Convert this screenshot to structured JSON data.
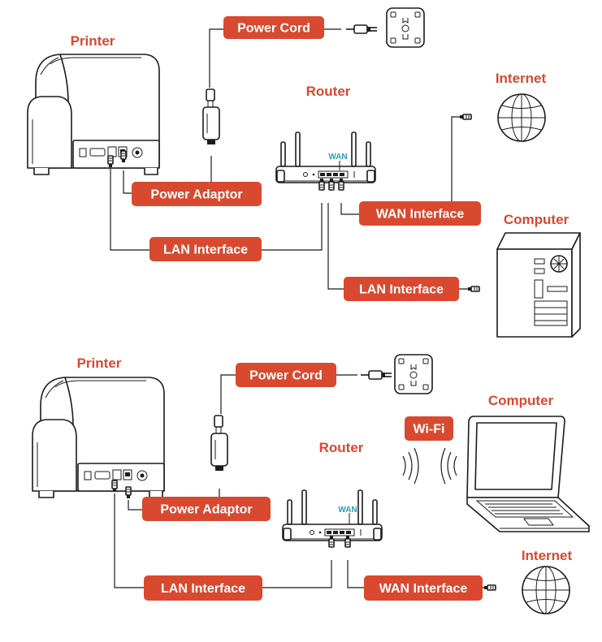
{
  "colors": {
    "accent": "#d9492f",
    "title_text": "#d9492f",
    "label_text": "#ffffff",
    "wan_text": "#2a9db5",
    "line": "#1b1b1b"
  },
  "top_diagram": {
    "titles": {
      "printer": "Printer",
      "router": "Router",
      "internet": "Internet",
      "computer": "Computer"
    },
    "labels": {
      "power_cord": "Power Cord",
      "power_adaptor": "Power Adaptor",
      "wan_interface": "WAN Interface",
      "lan_interface_printer": "LAN Interface",
      "lan_interface_computer": "LAN Interface"
    },
    "router_port_label": "WAN"
  },
  "bottom_diagram": {
    "titles": {
      "printer": "Printer",
      "router": "Router",
      "computer": "Computer",
      "internet": "Internet"
    },
    "labels": {
      "power_cord": "Power Cord",
      "power_adaptor": "Power Adaptor",
      "wifi": "Wi-Fi",
      "lan_interface": "LAN Interface",
      "wan_interface": "WAN Interface"
    },
    "router_port_label": "WAN"
  },
  "icons": [
    "printer-icon",
    "router-icon",
    "power-outlet-icon",
    "power-plug-icon",
    "power-adapter-icon",
    "globe-icon",
    "desktop-tower-icon",
    "laptop-icon",
    "wifi-signal-icon",
    "ethernet-connector-icon"
  ]
}
